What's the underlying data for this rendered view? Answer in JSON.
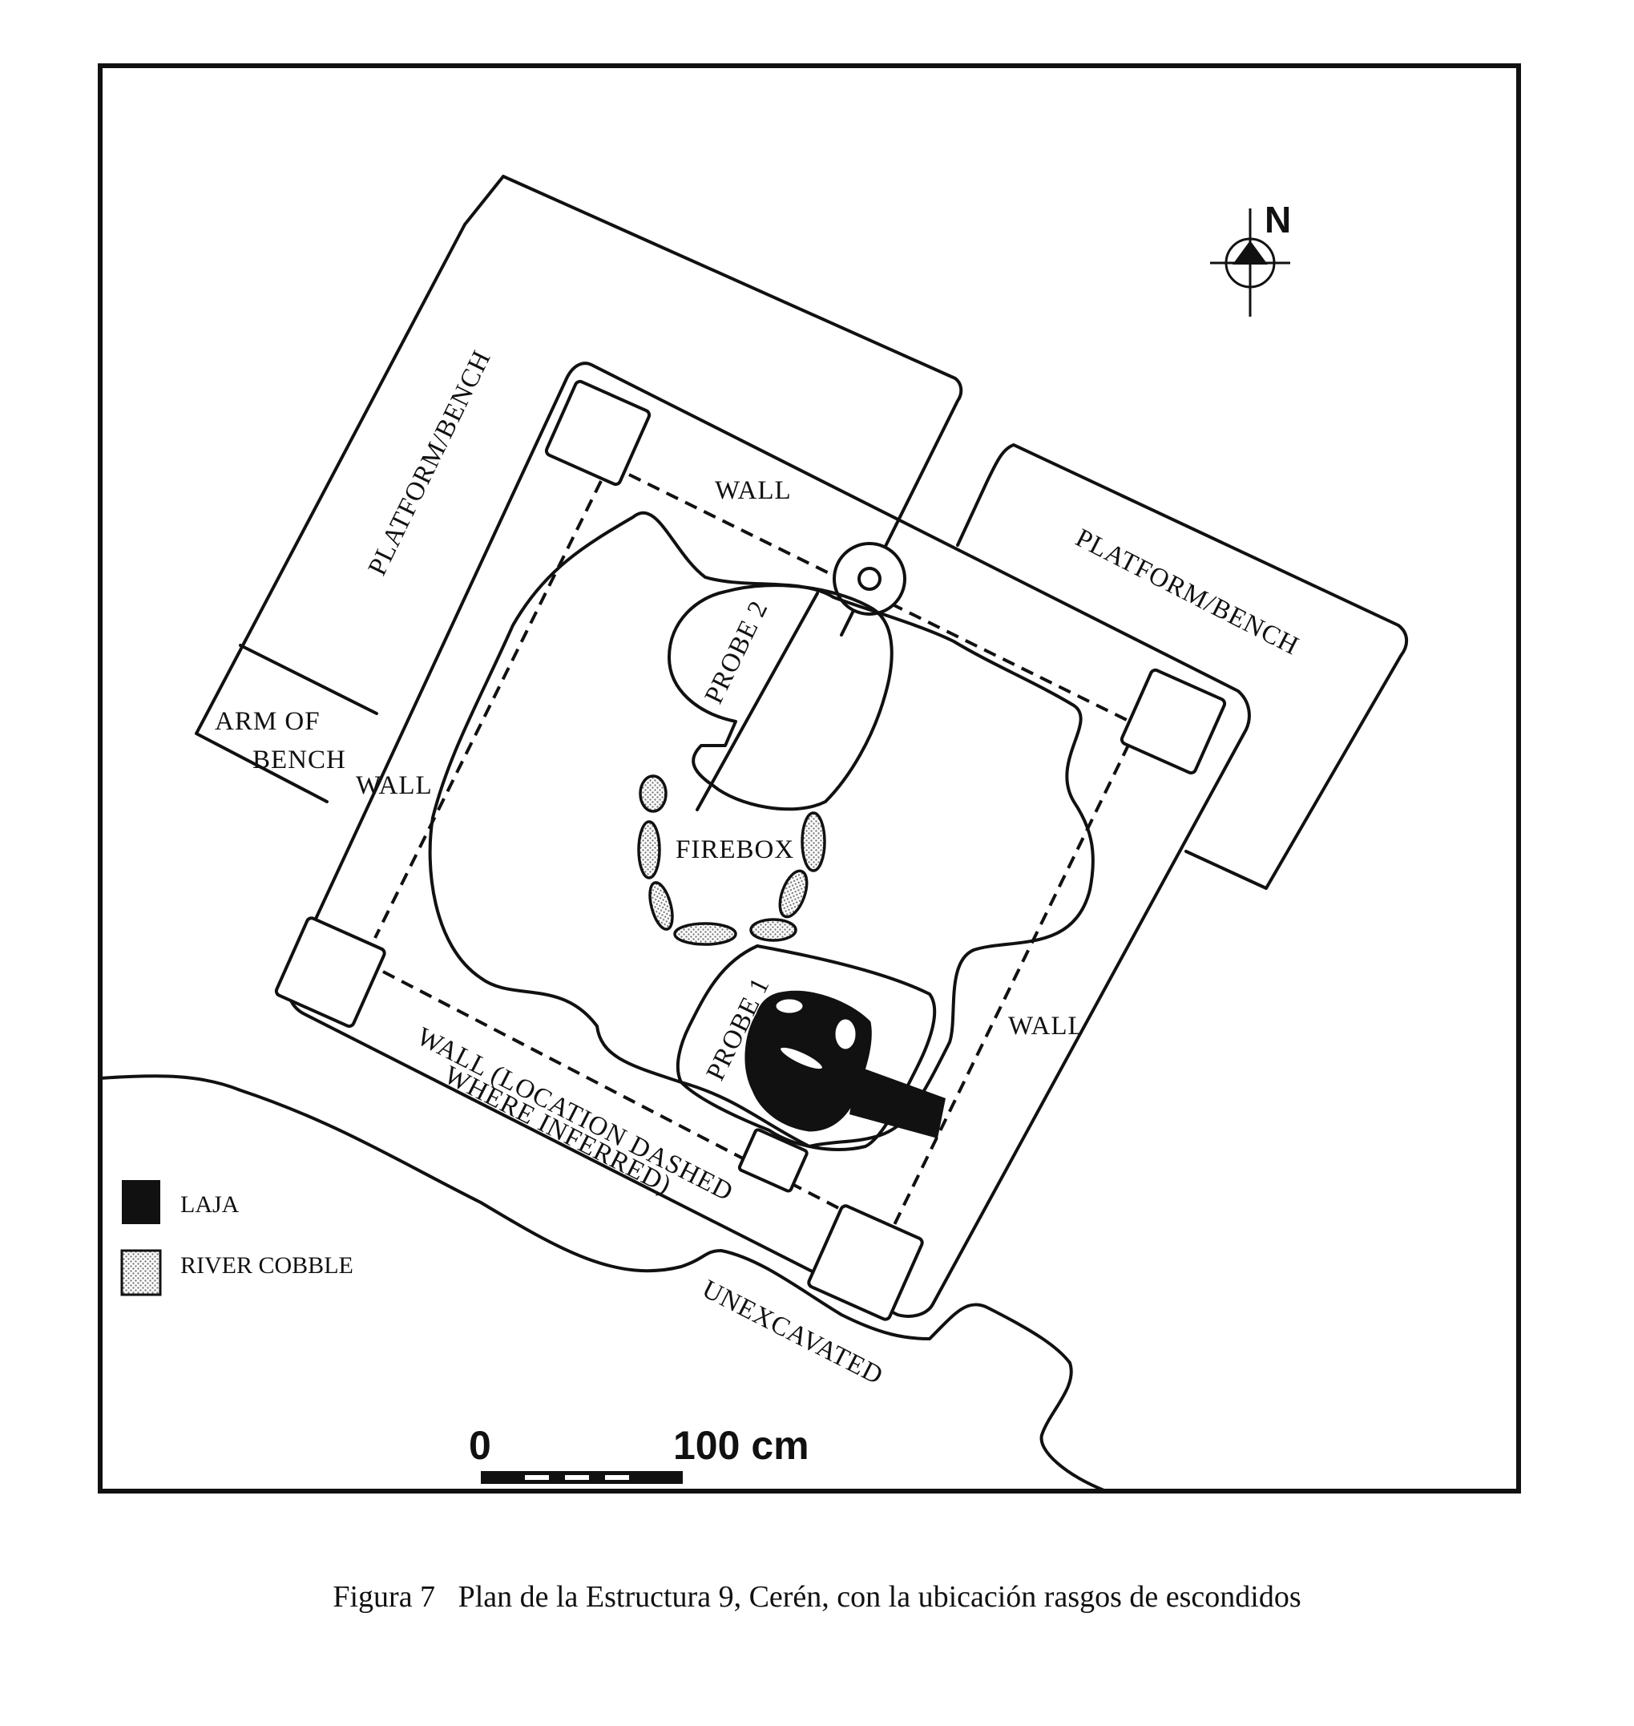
{
  "labels": {
    "platform_bench_left": "PLATFORM/BENCH",
    "platform_bench_right": "PLATFORM/BENCH",
    "wall_top": "WALL",
    "wall_left": "WALL",
    "wall_right": "WALL",
    "arm_of_bench_line1": "ARM OF",
    "arm_of_bench_line2": "BENCH",
    "probe_2": "PROBE 2",
    "probe_1": "PROBE 1",
    "firebox": "FIREBOX",
    "wall_bottom_line1": "WALL (LOCATION DASHED",
    "wall_bottom_line2": "WHERE INFERRED)",
    "unexcavated": "UNEXCAVATED"
  },
  "north": {
    "label": "N"
  },
  "scale_bar": {
    "start_label": "0",
    "end_label": "100 cm"
  },
  "legend": {
    "items": [
      {
        "label": "LAJA",
        "swatch": "solid"
      },
      {
        "label": "RIVER COBBLE",
        "swatch": "stippled"
      }
    ]
  },
  "caption": {
    "label": "Figura 7",
    "text": "Plan de la Estructura 9, Cerén, con la ubicación rasgos de escondidos"
  },
  "colors": {
    "ink": "#111111",
    "paper": "#ffffff",
    "stipple": "#8a8a8a"
  }
}
